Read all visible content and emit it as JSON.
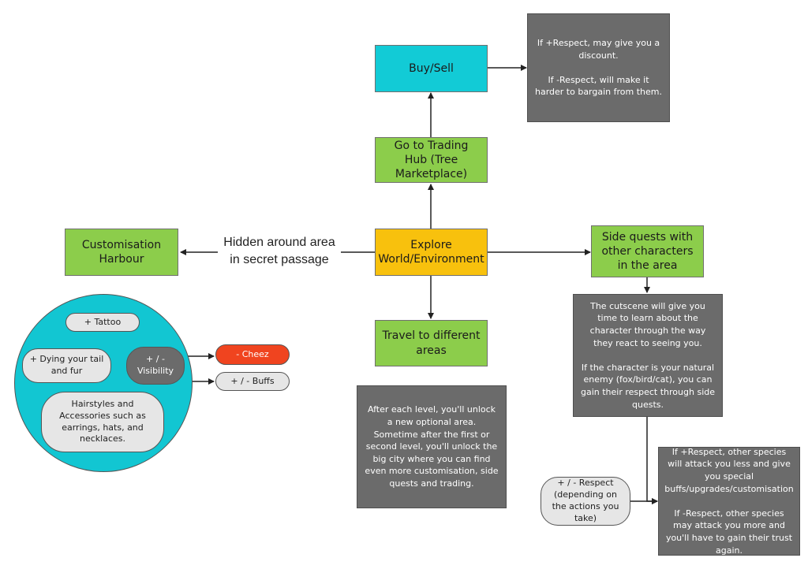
{
  "nodes": {
    "buy_sell": "Buy/Sell",
    "respect_discount": "If +Respect, may give you a discount.\n\nIf -Respect, will make it harder to bargain from them.",
    "trading_hub": "Go to Trading Hub (Tree Marketplace)",
    "explore": "Explore World/Environment",
    "customisation": "Customisation Harbour",
    "hidden_label": "Hidden around area in secret passage",
    "side_quests": "Side quests with other characters in the area",
    "travel": "Travel to different areas",
    "cutscene_note": "The cutscene will give you time to learn about the character through the way they react to seeing you.\n\nIf the character is your natural enemy (fox/bird/cat), you can gain their respect through side quests.",
    "level_note": "After each level, you'll unlock a new optional area. Sometime after the first or second level, you'll unlock the big city where you can find even more customisation, side quests and trading.",
    "species_note": "If +Respect, other species will attack you less and give you special buffs/upgrades/customisation\n\nIf -Respect, other species may attack you more and you'll have to gain their trust again.",
    "respect_pill": "+ / - Respect (depending on the actions you take)"
  },
  "customisation_circle": {
    "tattoo": "+ Tattoo",
    "dying": "+ Dying your tail and fur",
    "visibility": "+ / - Visibility",
    "cheez": "- Cheez",
    "buffs": "+ / - Buffs",
    "hairstyles": "Hairstyles and Accessories such as earrings, hats, and necklaces."
  },
  "colors": {
    "green": "#8ccd4b",
    "cyan": "#12cbd6",
    "yellow": "#f8c10d",
    "grey": "#6b6b6b",
    "red": "#f0441f",
    "light_grey": "#e6e6e6"
  }
}
